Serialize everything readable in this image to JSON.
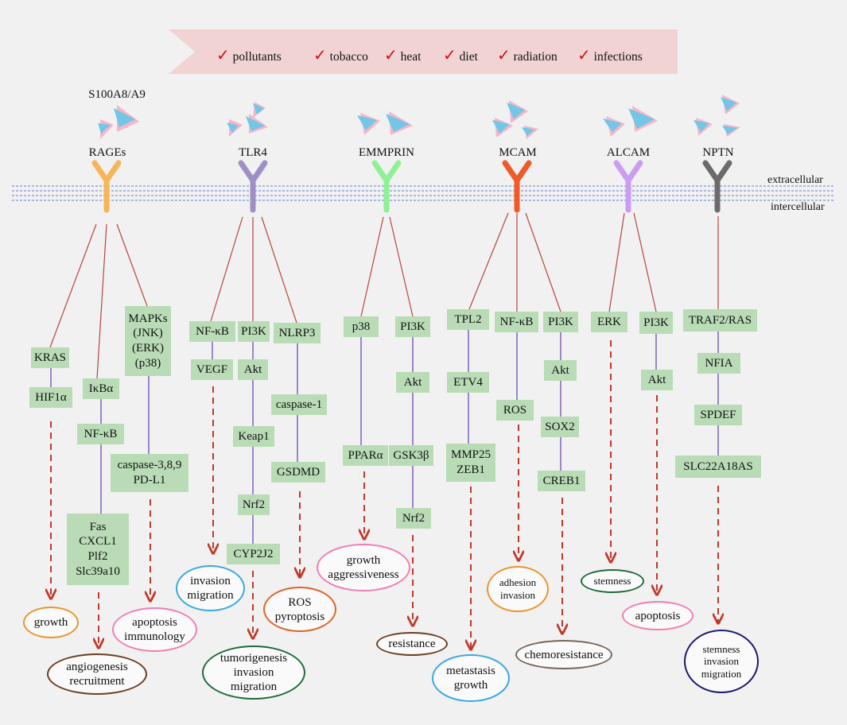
{
  "factors": [
    "pollutants",
    "tobacco",
    "heat",
    "diet",
    "radiation",
    "infections"
  ],
  "ligand_label": "S100A8/A9",
  "membrane": {
    "top_label": "extracellular",
    "bottom_label": "intercellular"
  },
  "receptors": [
    "RAGEs",
    "TLR4",
    "EMMPRIN",
    "MCAM",
    "ALCAM",
    "NPTN"
  ],
  "colors": {
    "receptors": [
      "#f6b55a",
      "#a08fc6",
      "#8ff095",
      "#ef5a2a",
      "#cc9cf2",
      "#6b6b6b"
    ],
    "box_fill": "#b9dcb6",
    "link_red": "#b5473f",
    "link_purple": "#9b86c8",
    "dash_arrow": "#c0392b",
    "banner": "#f2d3d3",
    "membrane_line": "#8fa5d8"
  },
  "nodes": {
    "kras": "KRAS",
    "hif1a": "HIF1α",
    "ikba": "IκBα",
    "nfkb_rage": "NF-κB",
    "fas": [
      "Fas",
      "CXCL1",
      "Plf2",
      "Slc39a10"
    ],
    "mapks": [
      "MAPKs",
      "(JNK)",
      "(ERK)",
      "(p38)"
    ],
    "casp389": [
      "caspase-3,8,9",
      "PD-L1"
    ],
    "nfkb_tlr": "NF-κB",
    "vegf": "VEGF",
    "pi3k_tlr": "PI3K",
    "akt_tlr": "Akt",
    "keap1": "Keap1",
    "nrf2_tlr": "Nrf2",
    "cyp2j2": "CYP2J2",
    "nlrp3": "NLRP3",
    "casp1": "caspase-1",
    "gsdmd": "GSDMD",
    "p38": "p38",
    "ppara": "PPARα",
    "pi3k_emm": "PI3K",
    "akt_emm": "Akt",
    "gsk3b": "GSK3β",
    "nrf2_emm": "Nrf2",
    "tpl2": "TPL2",
    "etv4": "ETV4",
    "mmp25": [
      "MMP25",
      "ZEB1"
    ],
    "nfkb_mcam": "NF-κB",
    "ros_mcam": "ROS",
    "pi3k_mcam": "PI3K",
    "akt_mcam": "Akt",
    "sox2": "SOX2",
    "creb1": "CREB1",
    "erk": "ERK",
    "pi3k_alcam": "PI3K",
    "akt_alcam": "Akt",
    "traf2": "TRAF2/RAS",
    "nfia": "NFIA",
    "spdef": "SPDEF",
    "slc22": "SLC22A18AS"
  },
  "outcomes": {
    "growth": [
      "growth"
    ],
    "angiogenesis": [
      "angiogenesis",
      "recruitment"
    ],
    "apoptosis_immunology": [
      "apoptosis",
      "immunology"
    ],
    "invasion_migration": [
      "invasion",
      "migration"
    ],
    "tumorigenesis": [
      "tumorigenesis",
      "invasion",
      "migration"
    ],
    "ros_pyroptosis": [
      "ROS",
      "pyroptosis"
    ],
    "growth_aggr": [
      "growth",
      "aggressiveness"
    ],
    "resistance": [
      "resistance"
    ],
    "metastasis": [
      "metastasis",
      "growth"
    ],
    "adhesion": [
      "adhesion",
      "invasion"
    ],
    "chemoresistance": [
      "chemoresistance"
    ],
    "stemness": [
      "stemness"
    ],
    "apoptosis": [
      "apoptosis"
    ],
    "stemness_inv": [
      "stemness",
      "invasion",
      "migration"
    ]
  }
}
